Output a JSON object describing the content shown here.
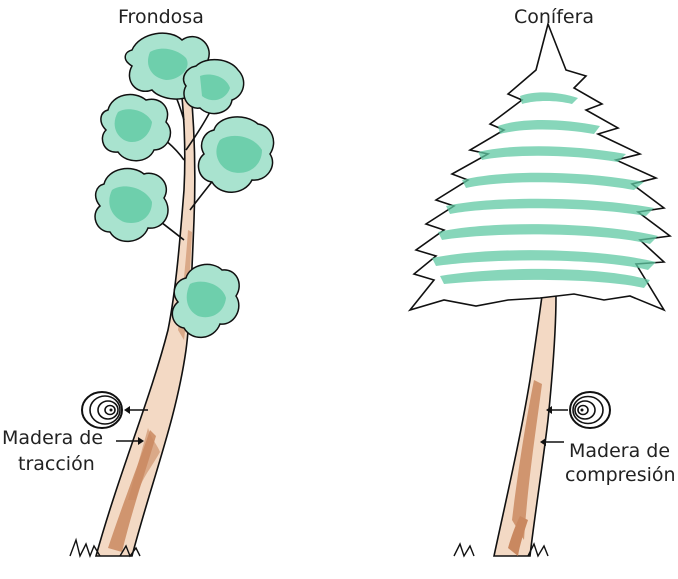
{
  "trees": {
    "left": {
      "title": "Frondosa",
      "wood_label_line1": "Madera de",
      "wood_label_line2": "tracción"
    },
    "right": {
      "title": "Conífera",
      "wood_label_line1": "Madera de",
      "wood_label_line2": "compresión"
    }
  },
  "colors": {
    "foliage_fill": "#5fc9a3",
    "trunk_fill": "#c98860",
    "outline": "#111111",
    "text": "#222222"
  }
}
